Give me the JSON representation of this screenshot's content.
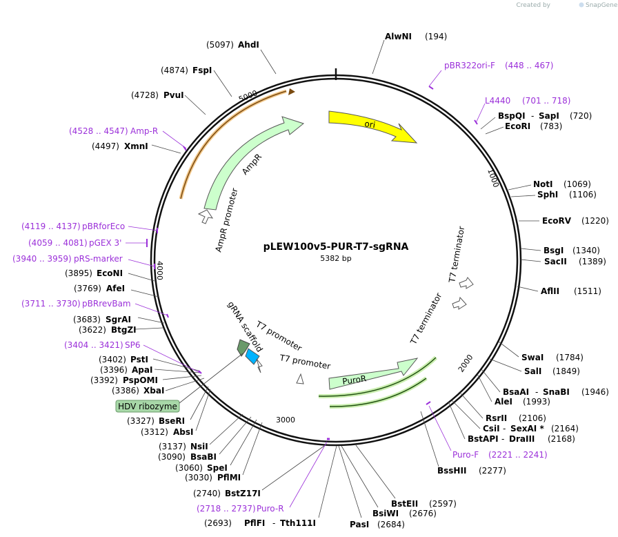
{
  "brand": {
    "prefix": "Created by",
    "name": "SnapGene"
  },
  "plasmid": {
    "name": "pLEW100v5-PUR-T7-sgRNA",
    "length": "5382 bp"
  },
  "ticks": [
    "1000",
    "2000",
    "3000",
    "4000",
    "5000"
  ],
  "features": {
    "ori": "ori",
    "ampr": "AmpR",
    "ampr_promoter": "AmpR promoter",
    "puror": "PuroR",
    "t7_term_1": "T7 terminator",
    "t7_term_2": "T7 terminator",
    "t7_prom_1": "T7 promoter",
    "t7_prom_2": "T7 promoter",
    "grna": "gRNA scaffold",
    "hdv": "HDV ribozyme"
  },
  "sites": {
    "AlwNI": {
      "name": "AlwNI",
      "pos": "(194)"
    },
    "pBR322ori": {
      "name": "pBR322ori-F",
      "pos": "(448 .. 467)"
    },
    "L4440": {
      "name": "L4440",
      "pos": "(701 .. 718)"
    },
    "BspQI": {
      "name": "BspQI",
      "sep": "-",
      "name2": "SapI",
      "pos": "(720)"
    },
    "EcoRI": {
      "name": "EcoRI",
      "pos": "(783)"
    },
    "NotI": {
      "name": "NotI",
      "pos": "(1069)"
    },
    "SphI": {
      "name": "SphI",
      "pos": "(1106)"
    },
    "EcoRV": {
      "name": "EcoRV",
      "pos": "(1220)"
    },
    "BsgI": {
      "name": "BsgI",
      "pos": "(1340)"
    },
    "SacII": {
      "name": "SacII",
      "pos": "(1389)"
    },
    "AflII": {
      "name": "AflII",
      "pos": "(1511)"
    },
    "SwaI": {
      "name": "SwaI",
      "pos": "(1784)"
    },
    "SalI": {
      "name": "SalI",
      "pos": "(1849)"
    },
    "BsaAI": {
      "name": "BsaAI",
      "sep": "-",
      "name2": "SnaBI",
      "pos": "(1946)"
    },
    "AleI": {
      "name": "AleI",
      "pos": "(1993)"
    },
    "RsrII": {
      "name": "RsrII",
      "pos": "(2106)"
    },
    "CsiI": {
      "name": "CsiI",
      "sep": "-",
      "name2": "SexAI *",
      "pos": "(2164)"
    },
    "BstAPI": {
      "name": "BstAPI",
      "sep": "-",
      "name2": "DraIII",
      "pos": "(2168)"
    },
    "PuroF": {
      "name": "Puro-F",
      "pos": "(2221 .. 2241)"
    },
    "BssHII": {
      "name": "BssHII",
      "pos": "(2277)"
    },
    "BstEII": {
      "name": "BstEII",
      "pos": "(2597)"
    },
    "BsiWI": {
      "name": "BsiWI",
      "pos": "(2676)"
    },
    "PasI": {
      "name": "PasI",
      "pos": "(2684)"
    },
    "PflFI": {
      "name": "PflFI",
      "sep": "-",
      "name2": "Tth111I",
      "pos": "(2693)"
    },
    "PuroR": {
      "name": "Puro-R",
      "pos": "(2718 .. 2737)"
    },
    "BstZ17I": {
      "name": "BstZ17I",
      "pos": "(2740)"
    },
    "PflMI": {
      "name": "PflMI",
      "pos": "(3030)"
    },
    "SpeI": {
      "name": "SpeI",
      "pos": "(3060)"
    },
    "BsaBI": {
      "name": "BsaBI",
      "pos": "(3090)"
    },
    "NsiI": {
      "name": "NsiI",
      "pos": "(3137)"
    },
    "AbsI": {
      "name": "AbsI",
      "pos": "(3312)"
    },
    "BseRI": {
      "name": "BseRI",
      "pos": "(3327)"
    },
    "XbaI": {
      "name": "XbaI",
      "pos": "(3386)"
    },
    "PspOMI": {
      "name": "PspOMI",
      "pos": "(3392)"
    },
    "ApaI": {
      "name": "ApaI",
      "pos": "(3396)"
    },
    "PstI": {
      "name": "PstI",
      "pos": "(3402)"
    },
    "SP6": {
      "name": "SP6",
      "pos": "(3404 .. 3421)"
    },
    "BtgZI": {
      "name": "BtgZI",
      "pos": "(3622)"
    },
    "SgrAI": {
      "name": "SgrAI",
      "pos": "(3683)"
    },
    "pBRrevBam": {
      "name": "pBRrevBam",
      "pos": "(3711 .. 3730)"
    },
    "AfeI": {
      "name": "AfeI",
      "pos": "(3769)"
    },
    "EcoNI": {
      "name": "EcoNI",
      "pos": "(3895)"
    },
    "pRSmarker": {
      "name": "pRS-marker",
      "pos": "(3940 .. 3959)"
    },
    "pGEX3": {
      "name": "pGEX 3'",
      "pos": "(4059 .. 4081)"
    },
    "pBRforEco": {
      "name": "pBRforEco",
      "pos": "(4119 .. 4137)"
    },
    "XmnI": {
      "name": "XmnI",
      "pos": "(4497)"
    },
    "AmpRprimer": {
      "name": "Amp-R",
      "pos": "(4528 .. 4547)"
    },
    "PvuI": {
      "name": "PvuI",
      "pos": "(4728)"
    },
    "FspI": {
      "name": "FspI",
      "pos": "(4874)"
    },
    "AhdI": {
      "name": "AhdI",
      "pos": "(5097)"
    }
  },
  "colors": {
    "primer": "#9b30d9",
    "ori": "#ffff00",
    "ampr": "#ccffcc",
    "hdv": "#a8d8a8",
    "t7prom": "#00b3ff"
  }
}
